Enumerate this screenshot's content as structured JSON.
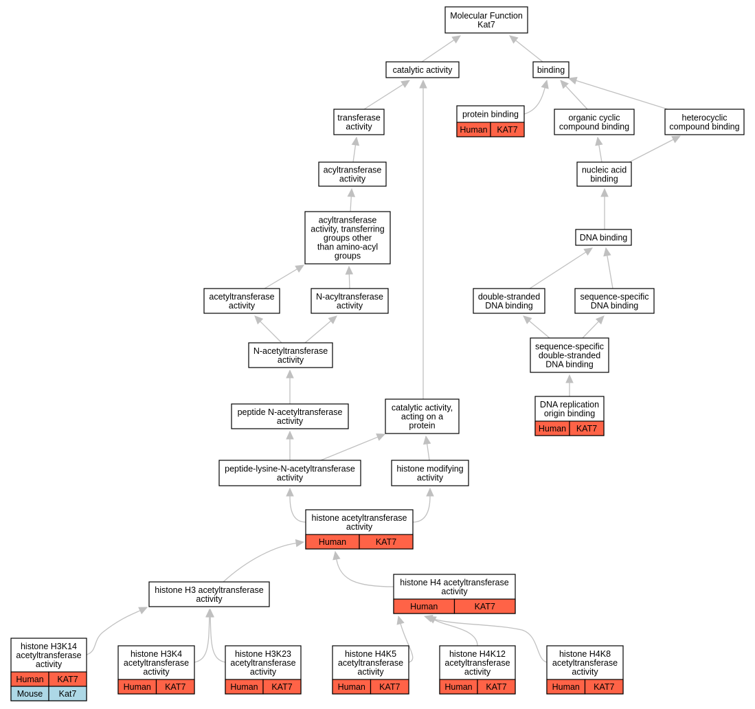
{
  "species_colors": {
    "Human": "#ff6347",
    "Mouse": "#add8e6"
  },
  "edge_color": "#c0c0c0",
  "nodes": [
    {
      "id": "mf",
      "lines": [
        "Molecular Function",
        "Kat7"
      ]
    },
    {
      "id": "catalytic",
      "lines": [
        "catalytic activity"
      ]
    },
    {
      "id": "binding",
      "lines": [
        "binding"
      ]
    },
    {
      "id": "transferase",
      "lines": [
        "transferase",
        "activity"
      ]
    },
    {
      "id": "protein_binding",
      "lines": [
        "protein binding"
      ],
      "rows": [
        [
          "Human",
          "KAT7"
        ]
      ]
    },
    {
      "id": "organic_cyclic",
      "lines": [
        "organic cyclic",
        "compound binding"
      ]
    },
    {
      "id": "heterocyclic",
      "lines": [
        "heterocyclic",
        "compound binding"
      ]
    },
    {
      "id": "acyltransferase",
      "lines": [
        "acyltransferase",
        "activity"
      ]
    },
    {
      "id": "nucleic_acid",
      "lines": [
        "nucleic acid",
        "binding"
      ]
    },
    {
      "id": "acyl_other",
      "lines": [
        "acyltransferase",
        "activity, transferring",
        "groups other",
        "than amino-acyl",
        "groups"
      ]
    },
    {
      "id": "dna_binding",
      "lines": [
        "DNA binding"
      ]
    },
    {
      "id": "acetyltransferase",
      "lines": [
        "acetyltransferase",
        "activity"
      ]
    },
    {
      "id": "n_acyl",
      "lines": [
        "N-acyltransferase",
        "activity"
      ]
    },
    {
      "id": "ds_dna",
      "lines": [
        "double-stranded",
        "DNA binding"
      ]
    },
    {
      "id": "ss_dna",
      "lines": [
        "sequence-specific",
        "DNA binding"
      ]
    },
    {
      "id": "n_acetyl",
      "lines": [
        "N-acetyltransferase",
        "activity"
      ]
    },
    {
      "id": "ss_ds_dna",
      "lines": [
        "sequence-specific",
        "double-stranded",
        "DNA binding"
      ]
    },
    {
      "id": "dna_rep",
      "lines": [
        "DNA replication",
        "origin binding"
      ],
      "rows": [
        [
          "Human",
          "KAT7"
        ]
      ]
    },
    {
      "id": "peptide_n_acetyl",
      "lines": [
        "peptide N-acetyltransferase",
        "activity"
      ]
    },
    {
      "id": "cat_protein",
      "lines": [
        "catalytic activity,",
        "acting on a",
        "protein"
      ]
    },
    {
      "id": "pep_lys",
      "lines": [
        "peptide-lysine-N-acetyltransferase",
        "activity"
      ]
    },
    {
      "id": "histone_mod",
      "lines": [
        "histone modifying",
        "activity"
      ]
    },
    {
      "id": "hat",
      "lines": [
        "histone acetyltransferase",
        "activity"
      ],
      "rows": [
        [
          "Human",
          "KAT7"
        ]
      ]
    },
    {
      "id": "h3_hat",
      "lines": [
        "histone H3 acetyltransferase",
        "activity"
      ]
    },
    {
      "id": "h4_hat",
      "lines": [
        "histone H4 acetyltransferase",
        "activity"
      ],
      "rows": [
        [
          "Human",
          "KAT7"
        ]
      ]
    },
    {
      "id": "h3k14",
      "lines": [
        "histone H3K14",
        "acetyltransferase",
        "activity"
      ],
      "rows": [
        [
          "Human",
          "KAT7"
        ],
        [
          "Mouse",
          "Kat7"
        ]
      ]
    },
    {
      "id": "h3k4",
      "lines": [
        "histone H3K4",
        "acetyltransferase",
        "activity"
      ],
      "rows": [
        [
          "Human",
          "KAT7"
        ]
      ]
    },
    {
      "id": "h3k23",
      "lines": [
        "histone H3K23",
        "acetyltransferase",
        "activity"
      ],
      "rows": [
        [
          "Human",
          "KAT7"
        ]
      ]
    },
    {
      "id": "h4k5",
      "lines": [
        "histone H4K5",
        "acetyltransferase",
        "activity"
      ],
      "rows": [
        [
          "Human",
          "KAT7"
        ]
      ]
    },
    {
      "id": "h4k12",
      "lines": [
        "histone H4K12",
        "acetyltransferase",
        "activity"
      ],
      "rows": [
        [
          "Human",
          "KAT7"
        ]
      ]
    },
    {
      "id": "h4k8",
      "lines": [
        "histone H4K8",
        "acetyltransferase",
        "activity"
      ],
      "rows": [
        [
          "Human",
          "KAT7"
        ]
      ]
    }
  ],
  "edges": [
    [
      "catalytic",
      "mf"
    ],
    [
      "binding",
      "mf"
    ],
    [
      "transferase",
      "catalytic"
    ],
    [
      "cat_protein",
      "catalytic"
    ],
    [
      "protein_binding",
      "binding"
    ],
    [
      "organic_cyclic",
      "binding"
    ],
    [
      "heterocyclic",
      "binding"
    ],
    [
      "acyltransferase",
      "transferase"
    ],
    [
      "nucleic_acid",
      "organic_cyclic"
    ],
    [
      "nucleic_acid",
      "heterocyclic"
    ],
    [
      "acyl_other",
      "acyltransferase"
    ],
    [
      "dna_binding",
      "nucleic_acid"
    ],
    [
      "acetyltransferase",
      "acyl_other"
    ],
    [
      "n_acyl",
      "acyl_other"
    ],
    [
      "ds_dna",
      "dna_binding"
    ],
    [
      "ss_dna",
      "dna_binding"
    ],
    [
      "n_acetyl",
      "acetyltransferase"
    ],
    [
      "n_acetyl",
      "n_acyl"
    ],
    [
      "ss_ds_dna",
      "ds_dna"
    ],
    [
      "ss_ds_dna",
      "ss_dna"
    ],
    [
      "dna_rep",
      "ss_ds_dna"
    ],
    [
      "peptide_n_acetyl",
      "n_acetyl"
    ],
    [
      "pep_lys",
      "peptide_n_acetyl"
    ],
    [
      "pep_lys",
      "cat_protein"
    ],
    [
      "histone_mod",
      "cat_protein"
    ],
    [
      "hat",
      "pep_lys"
    ],
    [
      "hat",
      "histone_mod"
    ],
    [
      "h3_hat",
      "hat"
    ],
    [
      "h4_hat",
      "hat"
    ],
    [
      "h3k14",
      "h3_hat"
    ],
    [
      "h3k4",
      "h3_hat"
    ],
    [
      "h3k23",
      "h3_hat"
    ],
    [
      "h4k5",
      "h4_hat"
    ],
    [
      "h4k12",
      "h4_hat"
    ],
    [
      "h4k8",
      "h4_hat"
    ]
  ]
}
